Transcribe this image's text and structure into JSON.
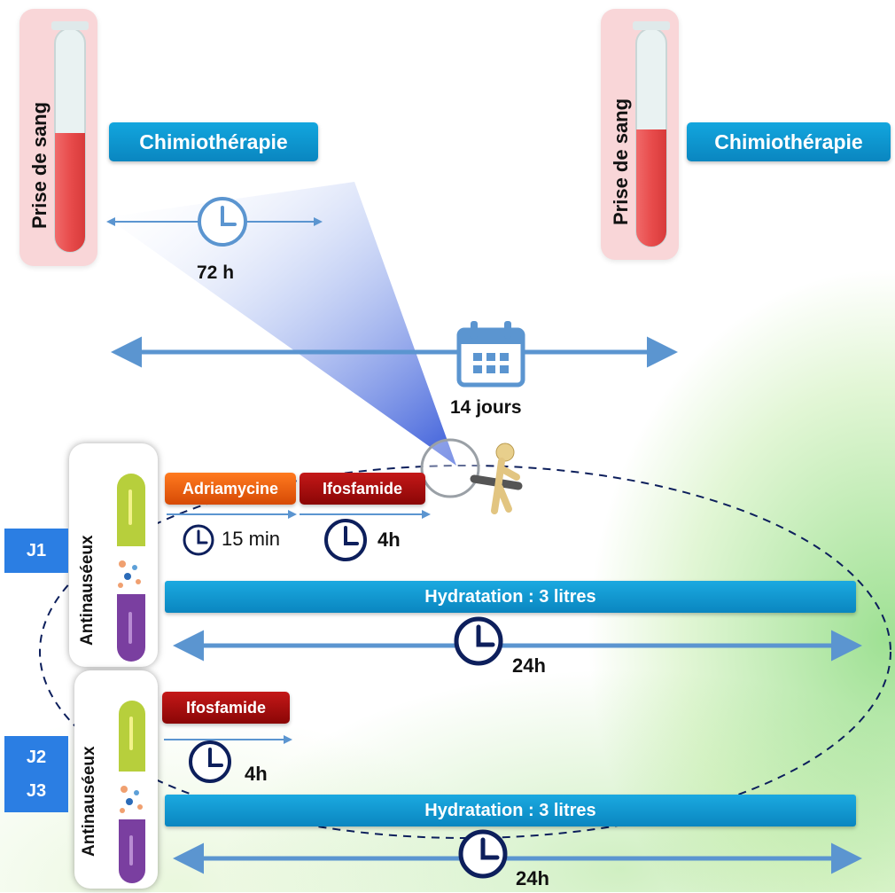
{
  "top": {
    "tube_label": "Prise de sang",
    "chemo_label": "Chimiothérapie",
    "interval_short": "72 h",
    "interval_long": "14 jours"
  },
  "day1": {
    "badge": "J1",
    "antiemetic_label": "Antinauséeux",
    "drug1": "Adriamycine",
    "drug1_duration": "15 min",
    "drug2": "Ifosfamide",
    "drug2_duration": "4h",
    "hydration": "Hydratation : 3 litres",
    "hydration_duration": "24h"
  },
  "day23": {
    "badge_line1": "J2",
    "badge_line2": "J3",
    "antiemetic_label": "Antinauséeux",
    "drug": "Ifosfamide",
    "drug_duration": "4h",
    "hydration": "Hydratation : 3 litres",
    "hydration_duration": "24h"
  },
  "colors": {
    "chemo_blue": "#0a96d0",
    "adriamycine_orange": "#e65a0a",
    "ifosfamide_red": "#a00c0c",
    "badge_blue": "#2b7ee3",
    "clock_navy": "#0d1f5c",
    "arrow_blue": "#5b95d0"
  },
  "icons": [
    "blood-tube-icon",
    "clock-icon",
    "calendar-icon",
    "magnifier-figure-icon",
    "capsule-icon"
  ]
}
